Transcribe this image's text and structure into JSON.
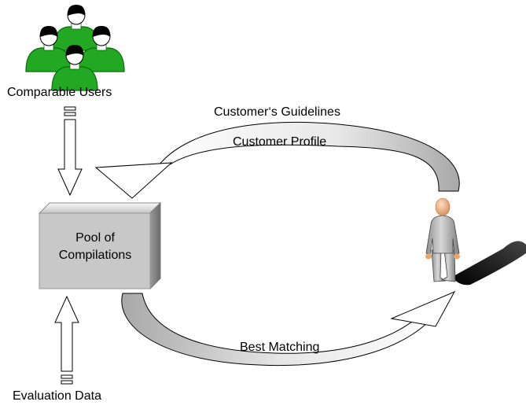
{
  "diagram": {
    "users_label": "Comparable Users",
    "guidelines_label": "Customer‘s Guidelines",
    "profile_label": "Customer Profile",
    "pool_line1": "Pool of",
    "pool_line2": "Compilations",
    "best_matching_label": "Best Matching",
    "evaluation_label": "Evaluation Data"
  },
  "colors": {
    "users_green": "#22a822",
    "users_dark": "#0b6e0b",
    "arrow_gray": "#b8b8b8",
    "box_face": "#c8c8c8",
    "person_gray": "#a9a9a9",
    "person_skin": "#f2b88a"
  }
}
